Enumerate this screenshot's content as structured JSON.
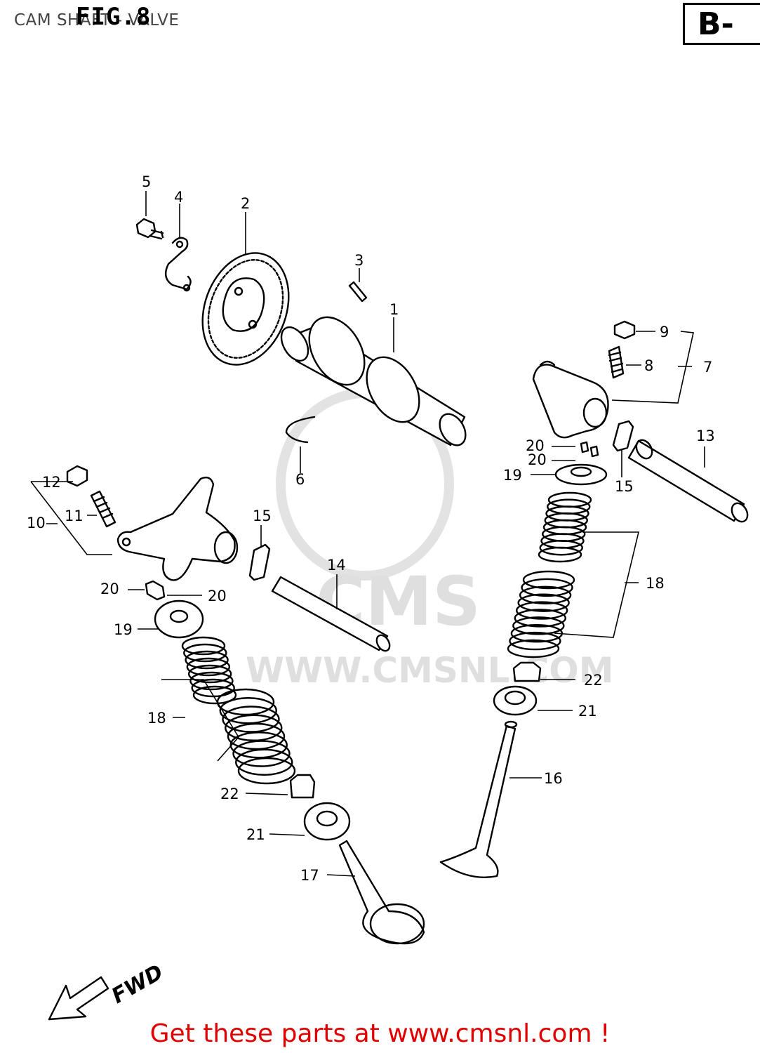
{
  "header": {
    "title": "CAM SHAFT - VALVE",
    "fig_label": "FIG.8",
    "section": "B-"
  },
  "watermark": {
    "logo_text": "CMS",
    "url_text": "WWW.CMSNL.COM"
  },
  "direction": {
    "label": "FWD"
  },
  "callouts": [
    "1",
    "2",
    "3",
    "4",
    "5",
    "6",
    "7",
    "8",
    "9",
    "10",
    "11",
    "12",
    "13",
    "14",
    "15",
    "15",
    "16",
    "17",
    "18",
    "18",
    "19",
    "19",
    "20",
    "20",
    "20",
    "20",
    "21",
    "21",
    "22",
    "22"
  ],
  "footer": {
    "text": "Get these parts at www.cmsnl.com !"
  }
}
